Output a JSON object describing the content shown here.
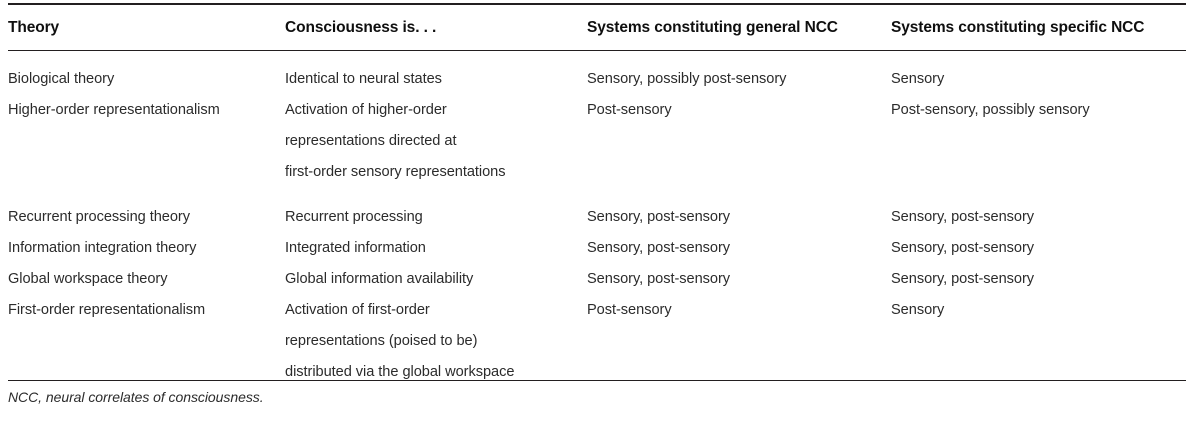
{
  "table": {
    "columns": [
      "Theory",
      "Consciousness is. . .",
      "Systems constituting general NCC",
      "Systems constituting specific NCC"
    ],
    "rows": [
      {
        "theory": [
          "Biological theory"
        ],
        "consciousness_is": [
          "Identical to neural states"
        ],
        "general_ncc": [
          "Sensory, possibly post-sensory"
        ],
        "specific_ncc": [
          "Sensory"
        ]
      },
      {
        "theory": [
          "Higher-order representationalism"
        ],
        "consciousness_is": [
          "Activation of higher-order",
          "representations directed at",
          "first-order sensory representations"
        ],
        "general_ncc": [
          "Post-sensory"
        ],
        "specific_ncc": [
          "Post-sensory, possibly sensory"
        ]
      },
      {
        "theory": [
          "Recurrent processing theory"
        ],
        "consciousness_is": [
          "Recurrent processing"
        ],
        "general_ncc": [
          "Sensory, post-sensory"
        ],
        "specific_ncc": [
          "Sensory, post-sensory"
        ]
      },
      {
        "theory": [
          "Information integration theory"
        ],
        "consciousness_is": [
          "Integrated information"
        ],
        "general_ncc": [
          "Sensory, post-sensory"
        ],
        "specific_ncc": [
          "Sensory, post-sensory"
        ]
      },
      {
        "theory": [
          "Global workspace theory"
        ],
        "consciousness_is": [
          "Global information availability"
        ],
        "general_ncc": [
          "Sensory, post-sensory"
        ],
        "specific_ncc": [
          "Sensory, post-sensory"
        ]
      },
      {
        "theory": [
          "First-order representationalism"
        ],
        "consciousness_is": [
          "Activation of first-order",
          "representations (poised to be)",
          "distributed via the global workspace"
        ],
        "general_ncc": [
          "Post-sensory"
        ],
        "specific_ncc": [
          "Sensory"
        ]
      }
    ],
    "footnote": "NCC, neural correlates of consciousness.",
    "colors": {
      "rule": "#231f20",
      "header_text": "#0f0f0f",
      "body_text": "#2b2b2b",
      "background": "#ffffff"
    }
  }
}
